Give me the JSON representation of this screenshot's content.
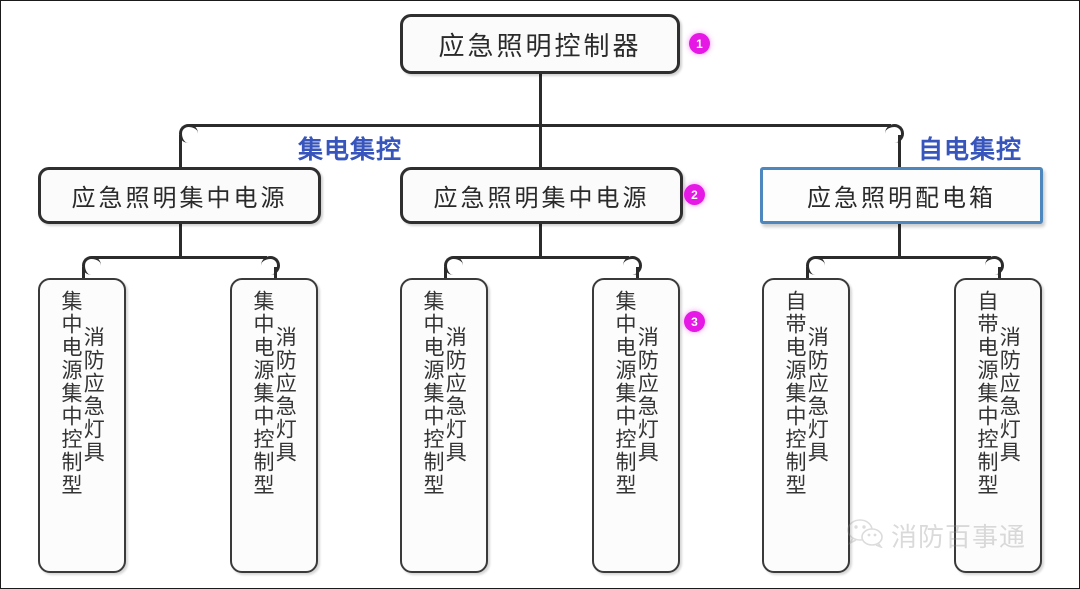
{
  "diagram": {
    "title_root": "应急照明控制器",
    "root": {
      "label": "应急照明控制器",
      "badge": "1"
    },
    "branch_labels": {
      "left": "集电集控",
      "right": "自电集控"
    },
    "level2": [
      {
        "label": "应急照明集中电源",
        "badge": "",
        "highlight": false
      },
      {
        "label": "应急照明集中电源",
        "badge": "2",
        "highlight": false
      },
      {
        "label": "应急照明配电箱",
        "badge": "",
        "highlight": true
      }
    ],
    "leaves": [
      {
        "line1": "消防应急灯具",
        "line2": "集中电源集中控制型",
        "badge": ""
      },
      {
        "line1": "消防应急灯具",
        "line2": "集中电源集中控制型",
        "badge": ""
      },
      {
        "line1": "消防应急灯具",
        "line2": "集中电源集中控制型",
        "badge": ""
      },
      {
        "line1": "消防应急灯具",
        "line2": "集中电源集中控制型",
        "badge": "3"
      },
      {
        "line1": "消防应急灯具",
        "line2": "自带电源集中控制型",
        "badge": ""
      },
      {
        "line1": "消防应急灯具",
        "line2": "自带电源集中控制型",
        "badge": ""
      }
    ]
  },
  "watermark": {
    "text": "消防百事通",
    "icon": "wechat-icon"
  },
  "colors": {
    "badge": "#e618e6",
    "branch_label": "#3755bb",
    "highlight_border": "#4e87bd",
    "line": "#2b2b2b"
  }
}
